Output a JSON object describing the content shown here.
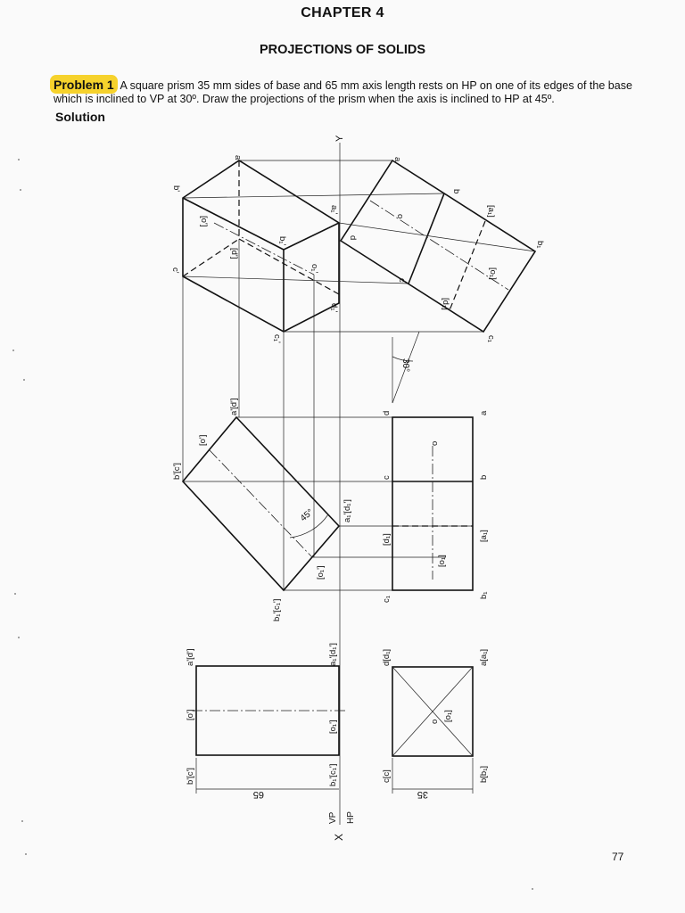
{
  "header": {
    "chapter": "CHAPTER  4",
    "title": "PROJECTIONS OF SOLIDS"
  },
  "problem": {
    "label": "Problem 1",
    "text": "A square prism 35 mm sides of base and 65 mm axis length rests on HP on one of its edges of the base which is inclined to VP at 30º. Draw the projections of the prism when the axis is inclined to HP at 45º.",
    "solution_heading": "Solution"
  },
  "page_number": "77",
  "drawing": {
    "reference_line": {
      "x_label": "X",
      "y_label": "Y",
      "vp_label": "VP",
      "hp_label": "HP"
    },
    "dimensions": {
      "axis_length": "65",
      "base_side": "35",
      "angle_axis": "45°",
      "angle_edge": "30°"
    },
    "stage1_front": {
      "top_left": "a'[d']",
      "mid_left": "[o']",
      "bottom_left": "b'[c']",
      "top_right": "a₁'[d₁']",
      "mid_right": "[o₁']",
      "bottom_right": "b₁'[c₁']"
    },
    "stage1_top": {
      "top_left": "d[d₁]",
      "top_right": "a[a₁]",
      "center_o": "o",
      "center_o1": "[o₁]",
      "bottom_left": "c[c]",
      "bottom_right": "b[b₁]"
    },
    "stage2_front": {
      "top": "a'[d']",
      "left": "b'[c']",
      "center_o": "[o']",
      "right": "a₁'[d₁']",
      "center_o1": "[o₁']",
      "bottom": "b₁'[c₁']"
    },
    "stage2_top": {
      "d": "d",
      "a": "a",
      "o": "o",
      "c": "c",
      "b": "b",
      "d1": "[d₁]",
      "a1": "[a₁]",
      "o1": "[o₁]",
      "c1": "c₁",
      "b1": "b₁"
    },
    "stage3_top": {
      "a": "a",
      "b": "b",
      "d": "d",
      "o": "o",
      "c": "c",
      "a1": "[a₁]",
      "b1": "b₁",
      "o1": "[o₁]",
      "d1": "[d₁]",
      "c1": "c₁"
    },
    "stage3_front": {
      "a": "a'",
      "b": "b'",
      "c": "c'",
      "o": "[o']",
      "d": "[d']",
      "a1": "a₁'",
      "b1": "b₁'",
      "o1": "o₁'",
      "d1": "d₁'",
      "c1": "c₁'"
    }
  }
}
